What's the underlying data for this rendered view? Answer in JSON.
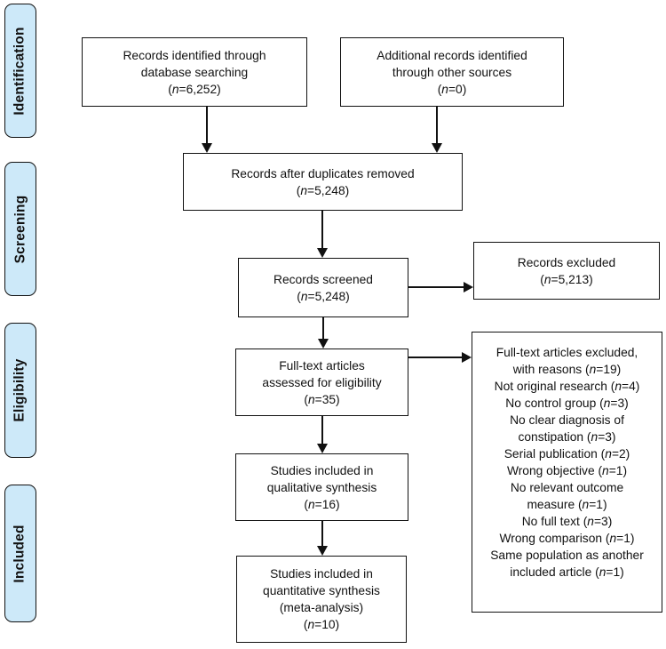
{
  "colors": {
    "stage_fill": "#cde9f9",
    "stage_border": "#111111",
    "box_fill": "#ffffff",
    "box_border": "#111111",
    "arrow": "#111111"
  },
  "stages": {
    "identification": "Identification",
    "screening": "Screening",
    "eligibility": "Eligibility",
    "included": "Included"
  },
  "boxes": {
    "records_identified": [
      "Records identified through",
      "database searching",
      "(n=6,252)"
    ],
    "additional_records": [
      "Additional records identified",
      "through other sources",
      "(n=0)"
    ],
    "duplicates_removed": [
      "Records after duplicates removed",
      "(n=5,248)"
    ],
    "records_screened": [
      "Records screened",
      "(n=5,248)"
    ],
    "records_excluded": [
      "Records excluded",
      "(n=5,213)"
    ],
    "fulltext_assessed": [
      "Full-text articles",
      "assessed for eligibility",
      "(n=35)"
    ],
    "fulltext_excluded": [
      "Full-text articles excluded,",
      "with reasons (n=19)",
      "Not original research (n=4)",
      "No control group (n=3)",
      "No clear diagnosis of",
      "constipation (n=3)",
      "Serial publication (n=2)",
      "Wrong objective (n=1)",
      "No relevant outcome",
      "measure (n=1)",
      "No full text (n=3)",
      "Wrong comparison (n=1)",
      "Same population as another",
      "included article (n=1)"
    ],
    "qualitative_synthesis": [
      "Studies included in",
      "qualitative synthesis",
      "(n=16)"
    ],
    "quantitative_synthesis": [
      "Studies included in",
      "quantitative synthesis",
      "(meta-analysis)",
      "(n=10)"
    ]
  }
}
